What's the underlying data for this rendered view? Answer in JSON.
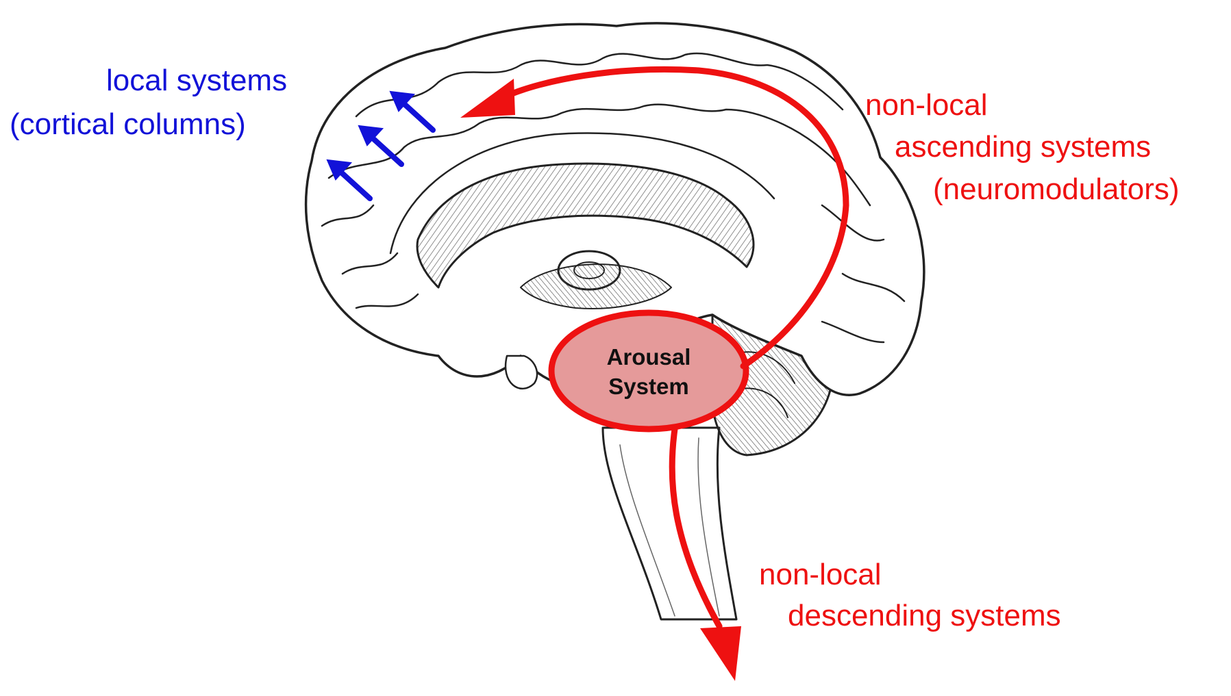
{
  "labels": {
    "local_line1": "local systems",
    "local_line2": "(cortical columns)",
    "ascending_line1": "non-local",
    "ascending_line2": "ascending systems",
    "ascending_line3": "(neuromodulators)",
    "descending_line1": "non-local",
    "descending_line2": "descending systems",
    "arousal_line1": "Arousal",
    "arousal_line2": "System"
  },
  "colors": {
    "local": "#1212d8",
    "nonlocal": "#ee1111",
    "arousal_fill": "#e59a9a",
    "outline": "#222222"
  },
  "icons": {
    "brain": "brain-sagittal-illustration",
    "local_arrows": "arrow-up-left-icon",
    "ascending_arrow": "curved-arrow-icon",
    "descending_arrow": "arrow-down-icon"
  }
}
